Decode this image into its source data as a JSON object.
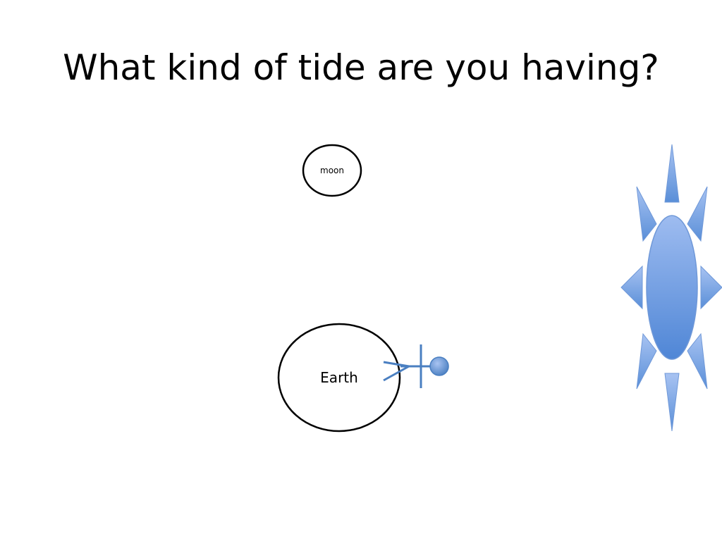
{
  "slide": {
    "title": "What kind of tide are you having?"
  },
  "diagram": {
    "moon_label": "moon",
    "earth_label": "Earth"
  },
  "colors": {
    "sun_fill": "#7ba2e0",
    "person_color": "#4a7fc1",
    "outline": "#000000"
  },
  "icons": [
    "sun-icon",
    "person-icon"
  ]
}
